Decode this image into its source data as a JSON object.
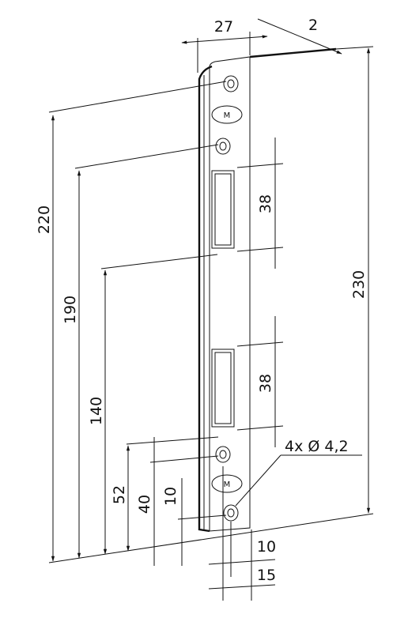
{
  "dimensions": {
    "plate_width": "27",
    "edge_offset": "2",
    "total_height": "230",
    "hole_span_top": "220",
    "span_190": "190",
    "span_140": "140",
    "span_52": "52",
    "span_40": "40",
    "span_10_vertical": "10",
    "slot_upper_height": "38",
    "slot_lower_height": "38",
    "hole_offset_10": "10",
    "hole_offset_15": "15",
    "hole_callout": "4x Ø 4,2"
  },
  "logo": {
    "letter": "M"
  },
  "colors": {
    "line": "#111111",
    "background": "#ffffff"
  }
}
